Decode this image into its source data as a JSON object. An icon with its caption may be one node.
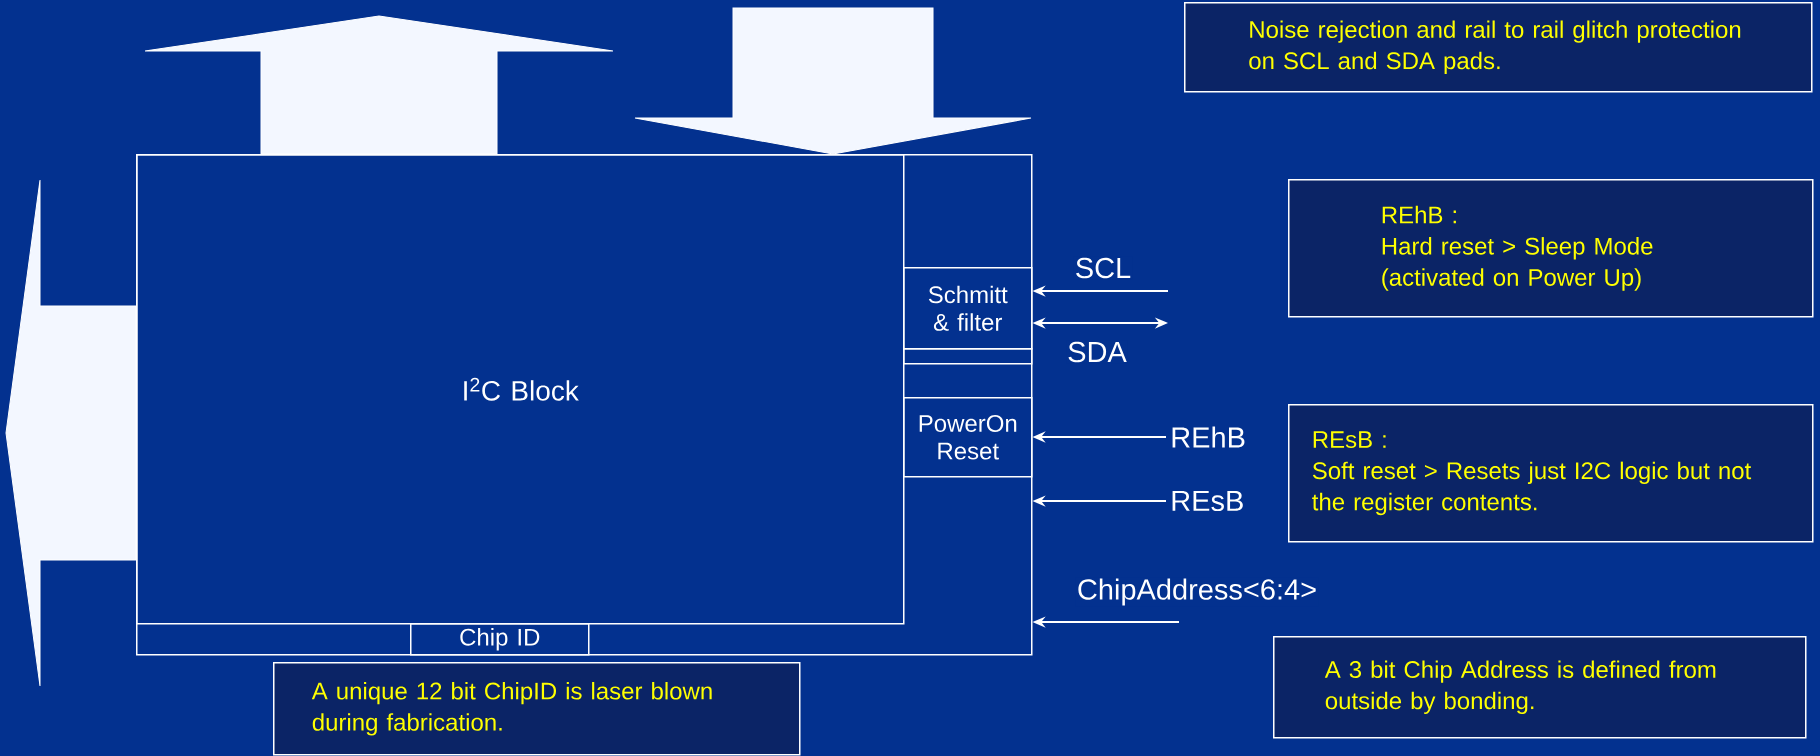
{
  "diagram": {
    "nodes": [
      {
        "text": [],
        "shape": "box"
      },
      {
        "text": [
          "I$^{2}$C Block"
        ],
        "in": 0
      },
      {
        "text": [
          "Chip ID"
        ],
        "in": 0
      },
      {
        "text": [
          "Schmitt & filter"
        ],
        "in": 0
      },
      {
        "text": [],
        "shape": "box",
        "in": 0
      },
      {
        "text": [
          "PowerOn Reset"
        ],
        "in": 0
      },
      {
        "text": [
          "REhB"
        ]
      },
      {
        "text": [
          "REsB"
        ]
      },
      {
        "text": [
          "Noise rejection and rail to rail glitch protection on SCL and SDA pads."
        ]
      },
      {
        "text": [
          "REhB :",
          "Hard reset > Sleep Mode (activated on Power Up)"
        ]
      },
      {
        "text": [
          "REsB :",
          "Soft reset > Resets just I2C logic but not the register contents."
        ]
      },
      {
        "text": [
          "A 3 bit Chip Address is defined from outside by bonding."
        ]
      },
      {
        "text": [
          "A unique 12 bit ChipID is laser blown during fabrication."
        ]
      }
    ],
    "edges": [
      {
        "from": 1,
        "to": null,
        "arrow": "to"
      },
      {
        "from": null,
        "to": 1,
        "arrow": "to"
      },
      {
        "from": 1,
        "to": null,
        "arrow": "to"
      },
      {
        "from": null,
        "to": 3,
        "arrow": "to",
        "label": "SCL"
      },
      {
        "from": null,
        "to": 3,
        "arrow": "both",
        "label": "SDA"
      },
      {
        "from": 6,
        "to": 5,
        "arrow": "to"
      },
      {
        "from": 7,
        "to": 0,
        "arrow": "to"
      },
      {
        "from": null,
        "to": 0,
        "arrow": "to",
        "label": "ChipAddress<6:4>"
      }
    ]
  }
}
